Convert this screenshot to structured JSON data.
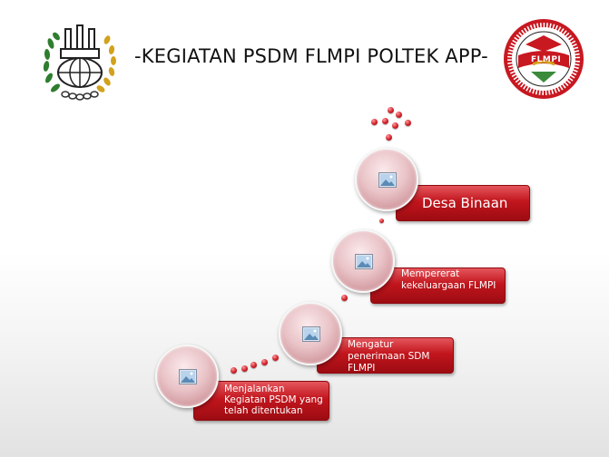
{
  "title": "-KEGIATAN PSDM FLMPI POLTEK APP-",
  "logos": {
    "left": {
      "icon": "polytechnic-emblem"
    },
    "right": {
      "icon": "flmpi-emblem",
      "text": "FLMPI"
    }
  },
  "steps": [
    {
      "icon": "image-placeholder-icon",
      "text": "Menjalankan Kegiatan PSDM yang telah ditentukan"
    },
    {
      "icon": "image-placeholder-icon",
      "text": "Mengatur penerimaan SDM FLMPI"
    },
    {
      "icon": "image-placeholder-icon",
      "text": "Mempererat kekeluargaan FLMPI"
    },
    {
      "icon": "image-placeholder-icon",
      "text": "Desa Binaan"
    }
  ],
  "colors": {
    "bar_red": "#c2151d",
    "circle_pink": "#e9c3c7",
    "dot_red": "#d0202a"
  }
}
